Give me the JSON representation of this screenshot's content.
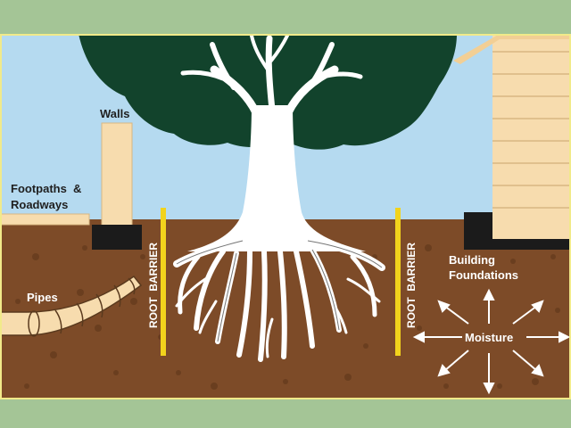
{
  "labels": {
    "walls": "Walls",
    "footpaths_line1": "Footpaths  &",
    "footpaths_line2": "Roadways",
    "pipes": "Pipes",
    "root_barrier_left": "ROOT  BARRIER",
    "root_barrier_right": "ROOT  BARRIER",
    "building_line1": "Building",
    "building_line2": "Foundations",
    "moisture": "Moisture"
  },
  "colors": {
    "page_background": "#a4c596",
    "frame_border": "#f1ea8a",
    "sky": "#b5daf0",
    "soil": "#7d4b28",
    "soil_speck": "#6a3e1f",
    "foliage": "#12432c",
    "trunk": "#ffffff",
    "barrier": "#f2d31c",
    "wall": "#f7dcae",
    "footing": "#1b1b1b",
    "house_siding": "#f7dcae",
    "label_dark": "#1f1f1f",
    "label_light": "#ffffff"
  }
}
